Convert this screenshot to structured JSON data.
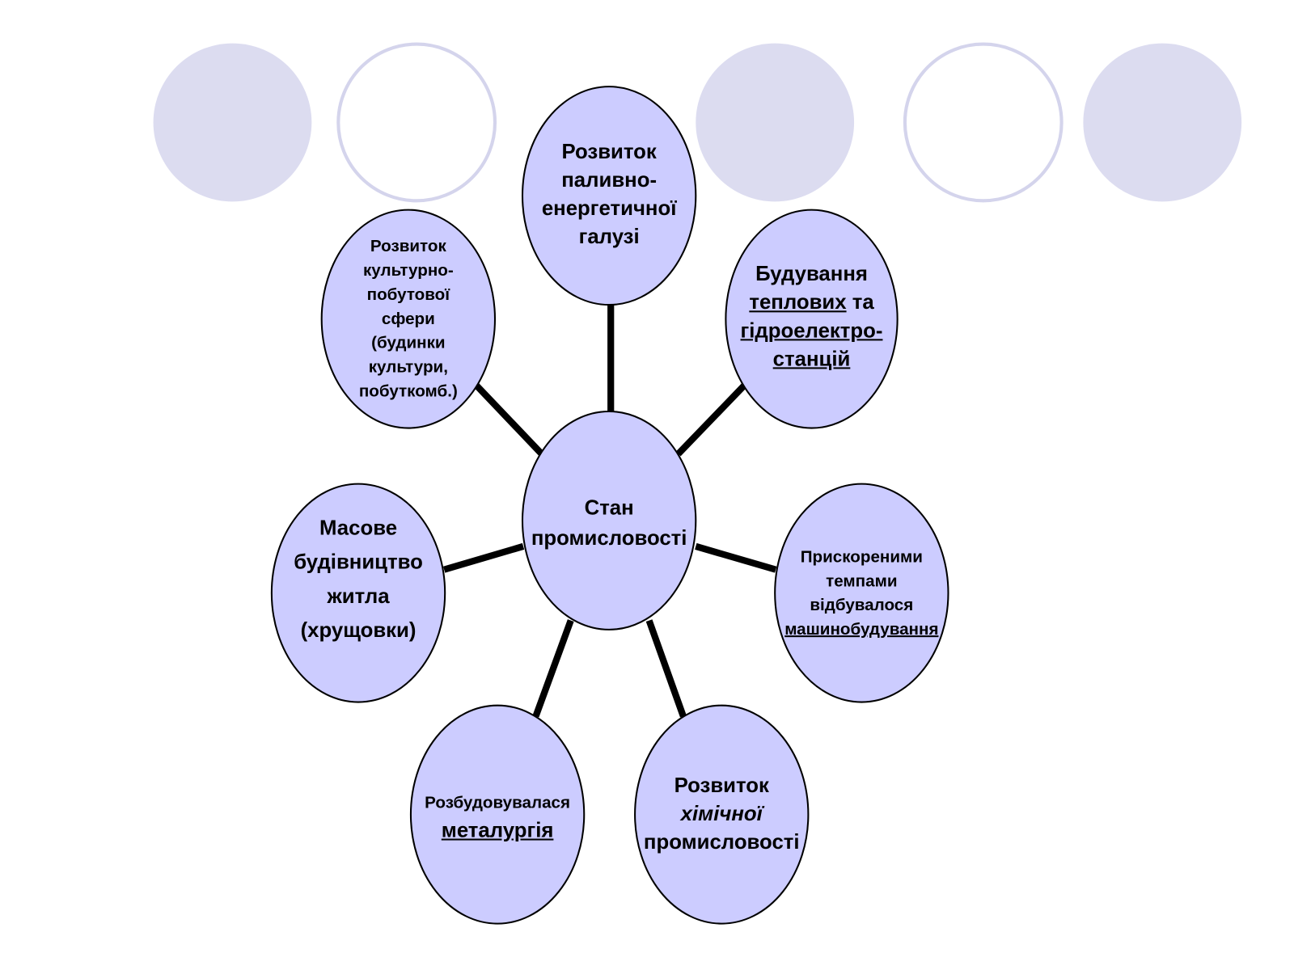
{
  "colors": {
    "node_fill": "#ccccff",
    "deco_fill": "#dcdcf0",
    "deco_stroke": "#d4d4ec",
    "line": "#000000"
  },
  "center": {
    "lines": [
      "Стан",
      "промисловості"
    ]
  },
  "nodes": {
    "top": {
      "lines": [
        "Розвиток",
        "паливно-",
        "енергетичної",
        "галузі"
      ]
    },
    "upper_right": {
      "line1": "Будування",
      "line2a": "теплових",
      "line2b": " та",
      "line3": "гідроелектро-",
      "line4": "станцій"
    },
    "right": {
      "line1": "Прискореними",
      "line2": "темпами",
      "line3": "відбувалося",
      "line4": "машинобудування"
    },
    "bottom_right": {
      "line1": "Розвиток",
      "line2": "хімічної",
      "line3": "промисловості"
    },
    "bottom_left": {
      "line1": "Розбудовувалася",
      "line2": "металургія"
    },
    "left": {
      "lines": [
        "Масове",
        "будівництво",
        "житла",
        "(хрущовки)"
      ]
    },
    "upper_left": {
      "lines": [
        "Розвиток",
        "культурно-",
        "побутової",
        "сфери",
        "(будинки",
        "культури,",
        "побуткомб.)"
      ]
    }
  }
}
